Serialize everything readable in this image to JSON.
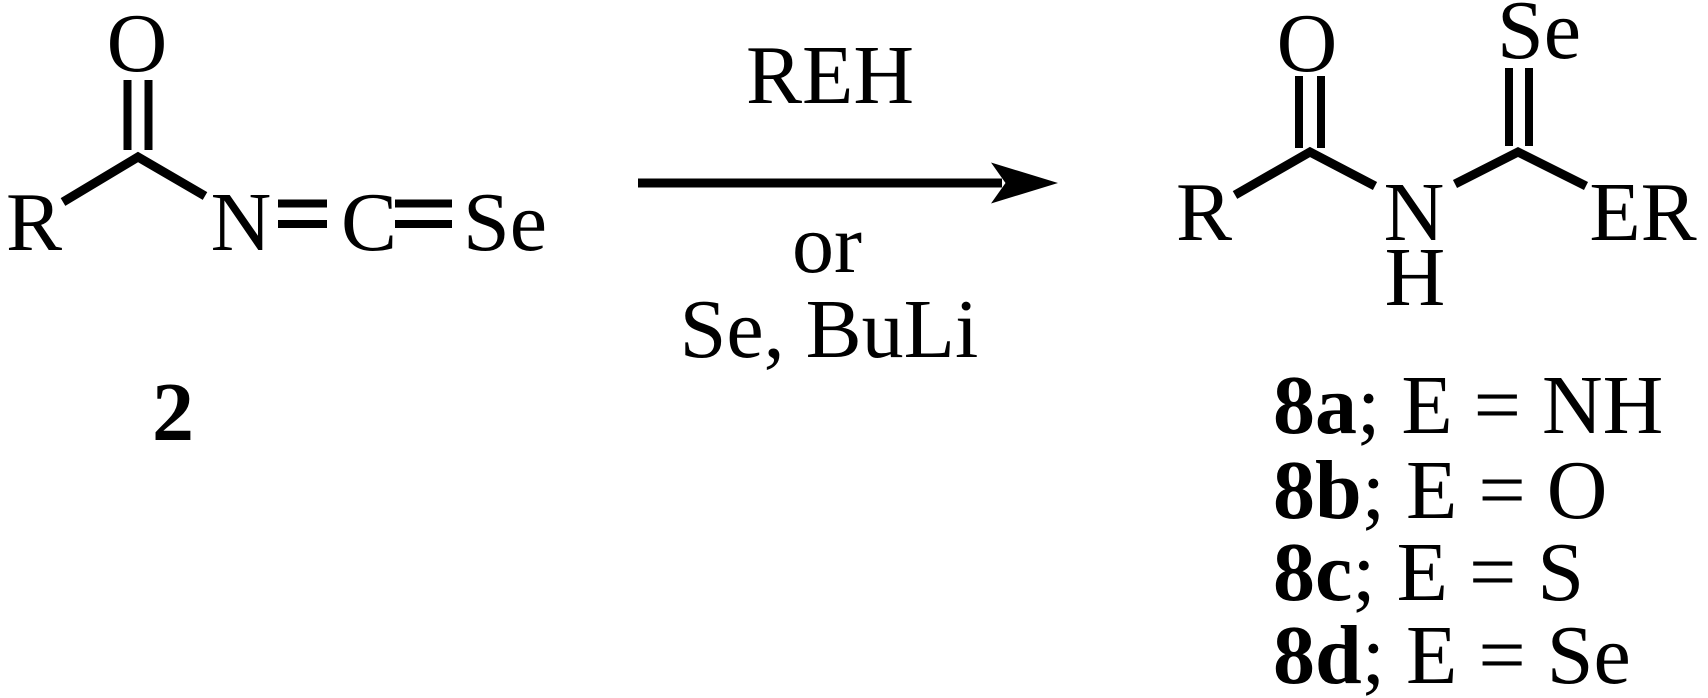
{
  "scheme": {
    "reactant": {
      "r": "R",
      "o": "O",
      "n": "N",
      "c": "C",
      "se": "Se",
      "compound_number": "2"
    },
    "conditions": {
      "above_arrow": "REH",
      "or_text": "or",
      "below_arrow": "Se, BuLi"
    },
    "product": {
      "r": "R",
      "o": "O",
      "n": "N",
      "h": "H",
      "se": "Se",
      "er": "ER"
    },
    "variants": [
      {
        "id": "8a",
        "rest": "; E = NH"
      },
      {
        "id": "8b",
        "rest": "; E = O"
      },
      {
        "id": "8c",
        "rest": "; E = S"
      },
      {
        "id": "8d",
        "rest": "; E = Se"
      }
    ]
  }
}
